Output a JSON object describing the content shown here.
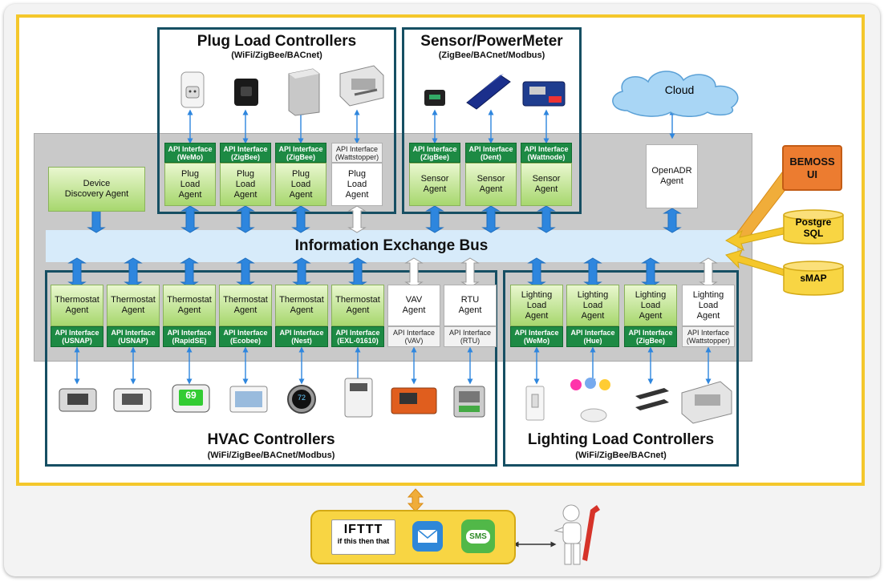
{
  "plug": {
    "title": "Plug Load Controllers",
    "subtitle": "(WiFi/ZigBee/BACnet)",
    "units": [
      {
        "api": "API Interface\n(WeMo)",
        "agent": "Plug\nLoad\nAgent",
        "white": false
      },
      {
        "api": "API Interface\n(ZigBee)",
        "agent": "Plug\nLoad\nAgent",
        "white": false
      },
      {
        "api": "API Interface\n(ZigBee)",
        "agent": "Plug\nLoad\nAgent",
        "white": false
      },
      {
        "api": "API Interface\n(Wattstopper)",
        "agent": "Plug\nLoad\nAgent",
        "white": true
      }
    ]
  },
  "sensor": {
    "title": "Sensor/PowerMeter",
    "subtitle": "(ZigBee/BACnet/Modbus)",
    "units": [
      {
        "api": "API Interface\n(ZigBee)",
        "agent": "Sensor\nAgent"
      },
      {
        "api": "API Interface\n(Dent)",
        "agent": "Sensor\nAgent"
      },
      {
        "api": "API Interface\n(Wattnode)",
        "agent": "Sensor\nAgent"
      }
    ]
  },
  "cloud": {
    "label": "Cloud"
  },
  "openadr": {
    "label": "OpenADR\nAgent"
  },
  "discovery": {
    "label": "Device\nDiscovery Agent"
  },
  "bus": {
    "label": "Information Exchange Bus"
  },
  "bemoss": {
    "label": "BEMOSS\nUI"
  },
  "postgre": {
    "label": "Postgre\nSQL"
  },
  "smap": {
    "label": "sMAP"
  },
  "hvac": {
    "title": "HVAC Controllers",
    "subtitle": "(WiFi/ZigBee/BACnet/Modbus)",
    "units": [
      {
        "agent": "Thermostat\nAgent",
        "api": "API Interface\n(USNAP)",
        "white": false
      },
      {
        "agent": "Thermostat\nAgent",
        "api": "API Interface\n(USNAP)",
        "white": false
      },
      {
        "agent": "Thermostat\nAgent",
        "api": "API Interface\n(RapidSE)",
        "white": false
      },
      {
        "agent": "Thermostat\nAgent",
        "api": "API Interface\n(Ecobee)",
        "white": false
      },
      {
        "agent": "Thermostat\nAgent",
        "api": "API Interface\n(Nest)",
        "white": false
      },
      {
        "agent": "Thermostat\nAgent",
        "api": "API Interface\n(EXL-01610)",
        "white": false
      },
      {
        "agent": "VAV\nAgent",
        "api": "API Interface\n(VAV)",
        "white": true
      },
      {
        "agent": "RTU\nAgent",
        "api": "API Interface\n(RTU)",
        "white": true
      }
    ]
  },
  "lighting": {
    "title": "Lighting Load Controllers",
    "subtitle": "(WiFi/ZigBee/BACnet)",
    "units": [
      {
        "agent": "Lighting\nLoad\nAgent",
        "api": "API Interface\n(WeMo)",
        "white": false
      },
      {
        "agent": "Lighting\nLoad\nAgent",
        "api": "API Interface\n(Hue)",
        "white": false
      },
      {
        "agent": "Lighting\nLoad\nAgent",
        "api": "API Interface\n(ZigBee)",
        "white": false
      },
      {
        "agent": "Lighting\nLoad\nAgent",
        "api": "API Interface\n(Wattstopper)",
        "white": true
      }
    ]
  },
  "bottom": {
    "ifttt_logo": "IFTTT",
    "ifttt_tag": "if this then that",
    "sms": "SMS"
  },
  "devices": {
    "nest_display": "72",
    "rapid_display": "69"
  },
  "colors": {
    "ctrl_border": "#164f63",
    "api_green": "#1d8a44",
    "bus_fill": "#d7ebfa",
    "yellow_frame": "#f4c72b",
    "arrow_blue": "#2e86de",
    "bemoss_orange": "#ec7c30"
  }
}
